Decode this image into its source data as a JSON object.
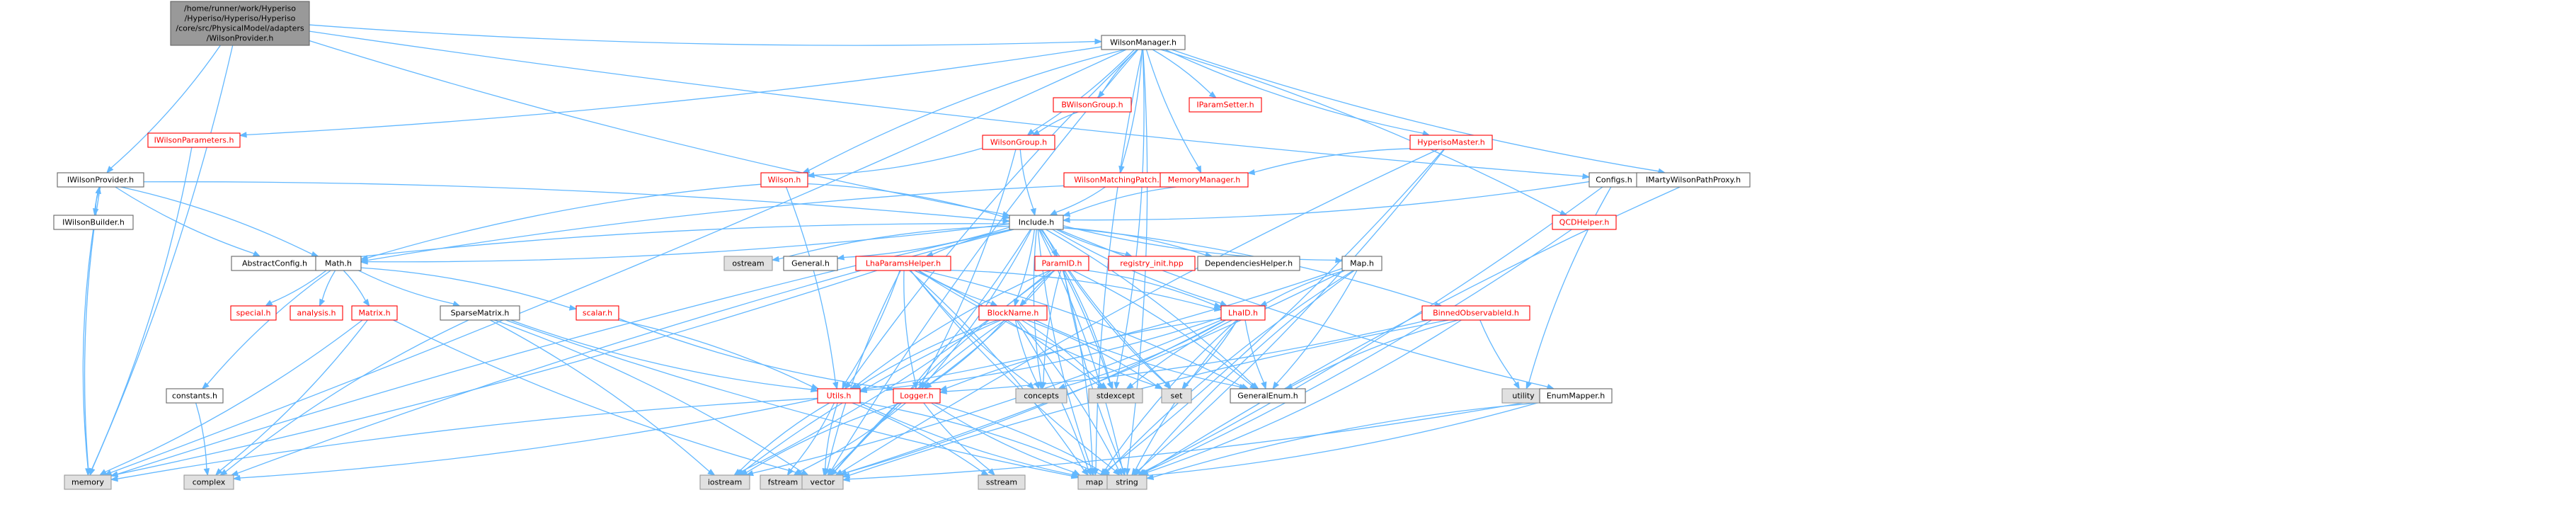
{
  "graph": {
    "title": "",
    "colors": {
      "edge": "#63b8ff",
      "root_fill": "#999999",
      "node_fill": "#ffffff",
      "system_fill": "#e0e0e0",
      "node_border": "#666666",
      "system_border": "#999999",
      "truncated_border": "#ff0000",
      "truncated_text": "#ff0000",
      "text": "#000000"
    },
    "nodes": [
      {
        "id": "root",
        "label": "/home/runner/work/Hyperiso\n/Hyperiso/Hyperiso/Hyperiso\n/core/src/PhysicalModel/adapters\n/WilsonProvider.h",
        "kind": "root"
      },
      {
        "id": "wilsonmanager",
        "label": "WilsonManager.h",
        "kind": "normal"
      },
      {
        "id": "iwilsonparameters",
        "label": "IWilsonParameters.h",
        "kind": "truncated"
      },
      {
        "id": "bwilsongroup",
        "label": "BWilsonGroup.h",
        "kind": "truncated"
      },
      {
        "id": "iparamsetter",
        "label": "IParamSetter.h",
        "kind": "truncated"
      },
      {
        "id": "hyperisomaster",
        "label": "HyperisoMaster.h",
        "kind": "truncated"
      },
      {
        "id": "wilsongroup",
        "label": "WilsonGroup.h",
        "kind": "truncated"
      },
      {
        "id": "iwilsonprovider",
        "label": "IWilsonProvider.h",
        "kind": "normal"
      },
      {
        "id": "wilson",
        "label": "Wilson.h",
        "kind": "truncated"
      },
      {
        "id": "wilsonmatchingpatch",
        "label": "WilsonMatchingPatch.h",
        "kind": "truncated"
      },
      {
        "id": "memorymanager",
        "label": "MemoryManager.h",
        "kind": "truncated"
      },
      {
        "id": "configs",
        "label": "Configs.h",
        "kind": "normal"
      },
      {
        "id": "imartywilsonpathproxy",
        "label": "IMartyWilsonPathProxy.h",
        "kind": "normal"
      },
      {
        "id": "iwilsonbuilder",
        "label": "IWilsonBuilder.h",
        "kind": "normal"
      },
      {
        "id": "include",
        "label": "Include.h",
        "kind": "normal"
      },
      {
        "id": "qcdhelper",
        "label": "QCDHelper.h",
        "kind": "truncated"
      },
      {
        "id": "abstractconfig",
        "label": "AbstractConfig.h",
        "kind": "normal"
      },
      {
        "id": "math",
        "label": "Math.h",
        "kind": "normal"
      },
      {
        "id": "ostream",
        "label": "ostream",
        "kind": "system"
      },
      {
        "id": "general",
        "label": "General.h",
        "kind": "normal"
      },
      {
        "id": "lhaparamshelper",
        "label": "LhaParamsHelper.h",
        "kind": "truncated"
      },
      {
        "id": "paramid",
        "label": "ParamID.h",
        "kind": "truncated"
      },
      {
        "id": "registryinit",
        "label": "registry_init.hpp",
        "kind": "truncated"
      },
      {
        "id": "dependencieshelper",
        "label": "DependenciesHelper.h",
        "kind": "normal"
      },
      {
        "id": "map_h",
        "label": "Map.h",
        "kind": "normal"
      },
      {
        "id": "special",
        "label": "special.h",
        "kind": "truncated"
      },
      {
        "id": "analysis",
        "label": "analysis.h",
        "kind": "truncated"
      },
      {
        "id": "matrix",
        "label": "Matrix.h",
        "kind": "truncated"
      },
      {
        "id": "sparsematrix",
        "label": "SparseMatrix.h",
        "kind": "normal"
      },
      {
        "id": "scalar",
        "label": "scalar.h",
        "kind": "truncated"
      },
      {
        "id": "blockname",
        "label": "BlockName.h",
        "kind": "truncated"
      },
      {
        "id": "lhaid",
        "label": "LhaID.h",
        "kind": "truncated"
      },
      {
        "id": "binnedobservableid",
        "label": "BinnedObservableId.h",
        "kind": "truncated"
      },
      {
        "id": "constants",
        "label": "constants.h",
        "kind": "normal"
      },
      {
        "id": "utils",
        "label": "Utils.h",
        "kind": "truncated"
      },
      {
        "id": "logger",
        "label": "Logger.h",
        "kind": "truncated"
      },
      {
        "id": "concepts",
        "label": "concepts",
        "kind": "system"
      },
      {
        "id": "stdexcept",
        "label": "stdexcept",
        "kind": "system"
      },
      {
        "id": "set",
        "label": "set",
        "kind": "system"
      },
      {
        "id": "generalenum",
        "label": "GeneralEnum.h",
        "kind": "normal"
      },
      {
        "id": "utility",
        "label": "utility",
        "kind": "system"
      },
      {
        "id": "enummapper",
        "label": "EnumMapper.h",
        "kind": "normal"
      },
      {
        "id": "memory",
        "label": "memory",
        "kind": "system"
      },
      {
        "id": "complex",
        "label": "complex",
        "kind": "system"
      },
      {
        "id": "iostream",
        "label": "iostream",
        "kind": "system"
      },
      {
        "id": "fstream",
        "label": "fstream",
        "kind": "system"
      },
      {
        "id": "vector",
        "label": "vector",
        "kind": "system"
      },
      {
        "id": "sstream",
        "label": "sstream",
        "kind": "system"
      },
      {
        "id": "map",
        "label": "map",
        "kind": "system"
      },
      {
        "id": "string",
        "label": "string",
        "kind": "system"
      }
    ],
    "edges": [
      [
        "root",
        "wilsonmanager"
      ],
      [
        "root",
        "iwilsonprovider"
      ],
      [
        "root",
        "include"
      ],
      [
        "root",
        "memory"
      ],
      [
        "root",
        "configs"
      ],
      [
        "wilsonmanager",
        "iwilsonparameters"
      ],
      [
        "wilsonmanager",
        "bwilsongroup"
      ],
      [
        "wilsonmanager",
        "iparamsetter"
      ],
      [
        "wilsonmanager",
        "hyperisomaster"
      ],
      [
        "wilsonmanager",
        "wilsongroup"
      ],
      [
        "wilsonmanager",
        "wilson"
      ],
      [
        "wilsonmanager",
        "wilsonmatchingpatch"
      ],
      [
        "wilsonmanager",
        "memorymanager"
      ],
      [
        "wilsonmanager",
        "qcdhelper"
      ],
      [
        "wilsonmanager",
        "imartywilsonpathproxy"
      ],
      [
        "wilsonmanager",
        "memory"
      ],
      [
        "wilsonmanager",
        "utils"
      ],
      [
        "wilsonmanager",
        "string"
      ],
      [
        "wilsonmanager",
        "map"
      ],
      [
        "wilsonmanager",
        "stdexcept"
      ],
      [
        "wilsonmanager",
        "vector"
      ],
      [
        "iwilsonparameters",
        "memory"
      ],
      [
        "bwilsongroup",
        "wilsongroup"
      ],
      [
        "wilsongroup",
        "wilson"
      ],
      [
        "wilsongroup",
        "include"
      ],
      [
        "wilsongroup",
        "logger"
      ],
      [
        "hyperisomaster",
        "memorymanager"
      ],
      [
        "hyperisomaster",
        "map"
      ],
      [
        "hyperisomaster",
        "vector"
      ],
      [
        "hyperisomaster",
        "string"
      ],
      [
        "memorymanager",
        "include"
      ],
      [
        "wilsonmatchingpatch",
        "include"
      ],
      [
        "wilsonmatchingpatch",
        "math"
      ],
      [
        "wilson",
        "include"
      ],
      [
        "wilson",
        "math"
      ],
      [
        "wilson",
        "utils"
      ],
      [
        "iwilsonprovider",
        "iwilsonbuilder"
      ],
      [
        "iwilsonprovider",
        "include"
      ],
      [
        "iwilsonprovider",
        "abstractconfig"
      ],
      [
        "iwilsonprovider",
        "math"
      ],
      [
        "iwilsonprovider",
        "memory"
      ],
      [
        "iwilsonbuilder",
        "iwilsonprovider"
      ],
      [
        "iwilsonbuilder",
        "memory"
      ],
      [
        "configs",
        "include"
      ],
      [
        "configs",
        "utility"
      ],
      [
        "configs",
        "string"
      ],
      [
        "imartywilsonpathproxy",
        "string"
      ],
      [
        "qcdhelper",
        "string"
      ],
      [
        "include",
        "abstractconfig"
      ],
      [
        "include",
        "math"
      ],
      [
        "include",
        "ostream"
      ],
      [
        "include",
        "general"
      ],
      [
        "include",
        "lhaparamshelper"
      ],
      [
        "include",
        "paramid"
      ],
      [
        "include",
        "registryinit"
      ],
      [
        "include",
        "dependencieshelper"
      ],
      [
        "include",
        "map_h"
      ],
      [
        "include",
        "blockname"
      ],
      [
        "include",
        "lhaid"
      ],
      [
        "include",
        "binnedobservableid"
      ],
      [
        "include",
        "enummapper"
      ],
      [
        "include",
        "logger"
      ],
      [
        "include",
        "concepts"
      ],
      [
        "include",
        "stdexcept"
      ],
      [
        "include",
        "set"
      ],
      [
        "include",
        "generalenum"
      ],
      [
        "include",
        "complex"
      ],
      [
        "include",
        "vector"
      ],
      [
        "include",
        "map"
      ],
      [
        "include",
        "string"
      ],
      [
        "include",
        "memory"
      ],
      [
        "math",
        "special"
      ],
      [
        "math",
        "analysis"
      ],
      [
        "math",
        "matrix"
      ],
      [
        "math",
        "sparsematrix"
      ],
      [
        "math",
        "scalar"
      ],
      [
        "math",
        "constants"
      ],
      [
        "matrix",
        "memory"
      ],
      [
        "matrix",
        "vector"
      ],
      [
        "matrix",
        "complex"
      ],
      [
        "sparsematrix",
        "utils"
      ],
      [
        "sparsematrix",
        "vector"
      ],
      [
        "sparsematrix",
        "map"
      ],
      [
        "sparsematrix",
        "iostream"
      ],
      [
        "sparsematrix",
        "complex"
      ],
      [
        "scalar",
        "utils"
      ],
      [
        "scalar",
        "logger"
      ],
      [
        "constants",
        "complex"
      ],
      [
        "lhaparamshelper",
        "blockname"
      ],
      [
        "lhaparamshelper",
        "utils"
      ],
      [
        "lhaparamshelper",
        "logger"
      ],
      [
        "lhaparamshelper",
        "lhaid"
      ],
      [
        "lhaparamshelper",
        "concepts"
      ],
      [
        "lhaparamshelper",
        "stdexcept"
      ],
      [
        "lhaparamshelper",
        "set"
      ],
      [
        "lhaparamshelper",
        "generalenum"
      ],
      [
        "lhaparamshelper",
        "vector"
      ],
      [
        "lhaparamshelper",
        "map"
      ],
      [
        "lhaparamshelper",
        "string"
      ],
      [
        "lhaparamshelper",
        "memory"
      ],
      [
        "paramid",
        "blockname"
      ],
      [
        "paramid",
        "lhaid"
      ],
      [
        "paramid",
        "utils"
      ],
      [
        "paramid",
        "logger"
      ],
      [
        "paramid",
        "concepts"
      ],
      [
        "paramid",
        "stdexcept"
      ],
      [
        "paramid",
        "set"
      ],
      [
        "paramid",
        "generalenum"
      ],
      [
        "paramid",
        "vector"
      ],
      [
        "paramid",
        "map"
      ],
      [
        "paramid",
        "string"
      ],
      [
        "paramid",
        "iostream"
      ],
      [
        "map_h",
        "lhaid"
      ],
      [
        "map_h",
        "generalenum"
      ],
      [
        "map_h",
        "map"
      ],
      [
        "map_h",
        "vector"
      ],
      [
        "map_h",
        "string"
      ],
      [
        "map_h",
        "utils"
      ],
      [
        "blockname",
        "utils"
      ],
      [
        "blockname",
        "logger"
      ],
      [
        "blockname",
        "concepts"
      ],
      [
        "blockname",
        "stdexcept"
      ],
      [
        "blockname",
        "generalenum"
      ],
      [
        "blockname",
        "map"
      ],
      [
        "blockname",
        "vector"
      ],
      [
        "blockname",
        "string"
      ],
      [
        "blockname",
        "iostream"
      ],
      [
        "blockname",
        "set"
      ],
      [
        "lhaid",
        "generalenum"
      ],
      [
        "lhaid",
        "utils"
      ],
      [
        "lhaid",
        "logger"
      ],
      [
        "lhaid",
        "concepts"
      ],
      [
        "lhaid",
        "stdexcept"
      ],
      [
        "lhaid",
        "set"
      ],
      [
        "lhaid",
        "map"
      ],
      [
        "lhaid",
        "vector"
      ],
      [
        "lhaid",
        "string"
      ],
      [
        "lhaid",
        "iostream"
      ],
      [
        "binnedobservableid",
        "utility"
      ],
      [
        "binnedobservableid",
        "string"
      ],
      [
        "binnedobservableid",
        "vector"
      ],
      [
        "binnedobservableid",
        "logger"
      ],
      [
        "binnedobservableid",
        "generalenum"
      ],
      [
        "enummapper",
        "map"
      ],
      [
        "enummapper",
        "string"
      ],
      [
        "enummapper",
        "vector"
      ],
      [
        "utils",
        "memory"
      ],
      [
        "utils",
        "complex"
      ],
      [
        "utils",
        "iostream"
      ],
      [
        "utils",
        "fstream"
      ],
      [
        "utils",
        "vector"
      ],
      [
        "utils",
        "sstream"
      ],
      [
        "utils",
        "map"
      ],
      [
        "utils",
        "string"
      ],
      [
        "logger",
        "iostream"
      ],
      [
        "logger",
        "fstream"
      ],
      [
        "logger",
        "sstream"
      ],
      [
        "logger",
        "string"
      ],
      [
        "logger",
        "map"
      ]
    ]
  }
}
